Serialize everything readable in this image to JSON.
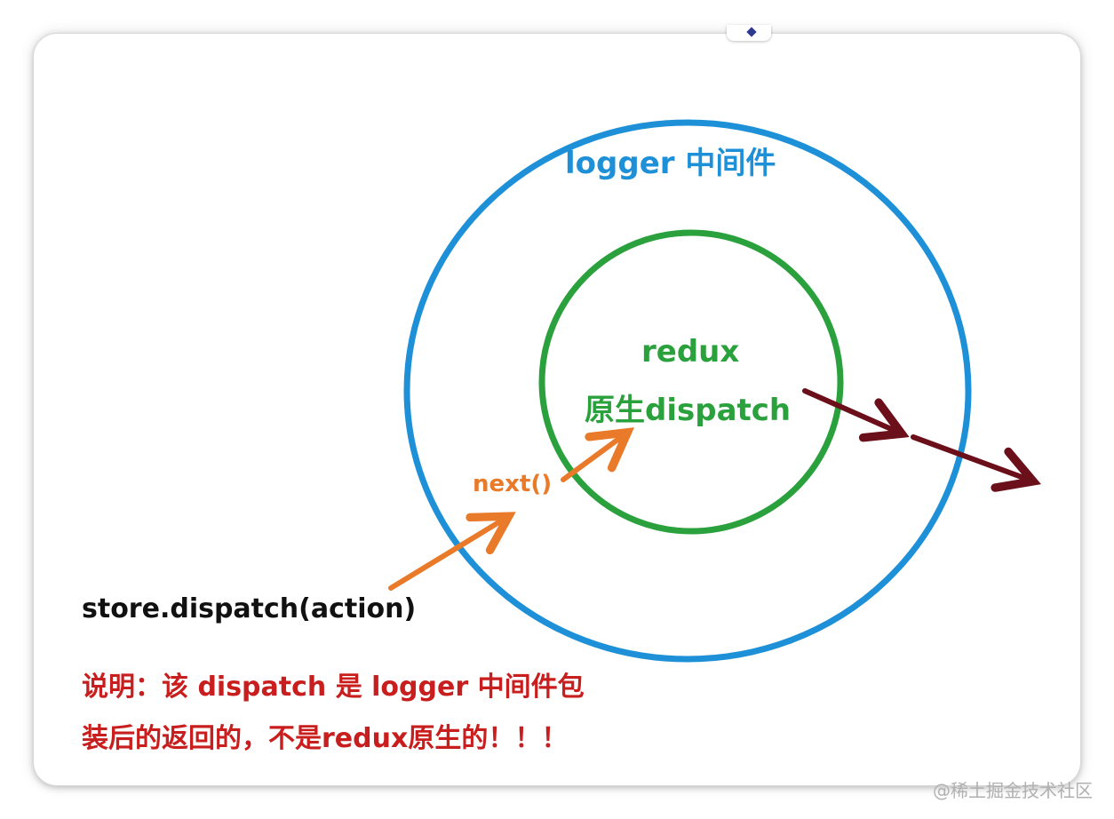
{
  "diagram": {
    "outer_circle_label": "logger 中间件",
    "inner_circle_label_line1": "redux",
    "inner_circle_label_line2": "原生dispatch",
    "next_label": "next()",
    "call_label": "store.dispatch(action)",
    "note_line1": "说明：该 dispatch 是 logger 中间件包",
    "note_line2": "装后的返回的，不是redux原生的！！！"
  },
  "colors": {
    "outer_circle": "#1e90d8",
    "inner_circle": "#2aa13c",
    "next_arrow": "#e87a2a",
    "return_arrow": "#6b0f1a",
    "note_text": "#c81e1e"
  },
  "watermark": "@稀土掘金技术社区"
}
